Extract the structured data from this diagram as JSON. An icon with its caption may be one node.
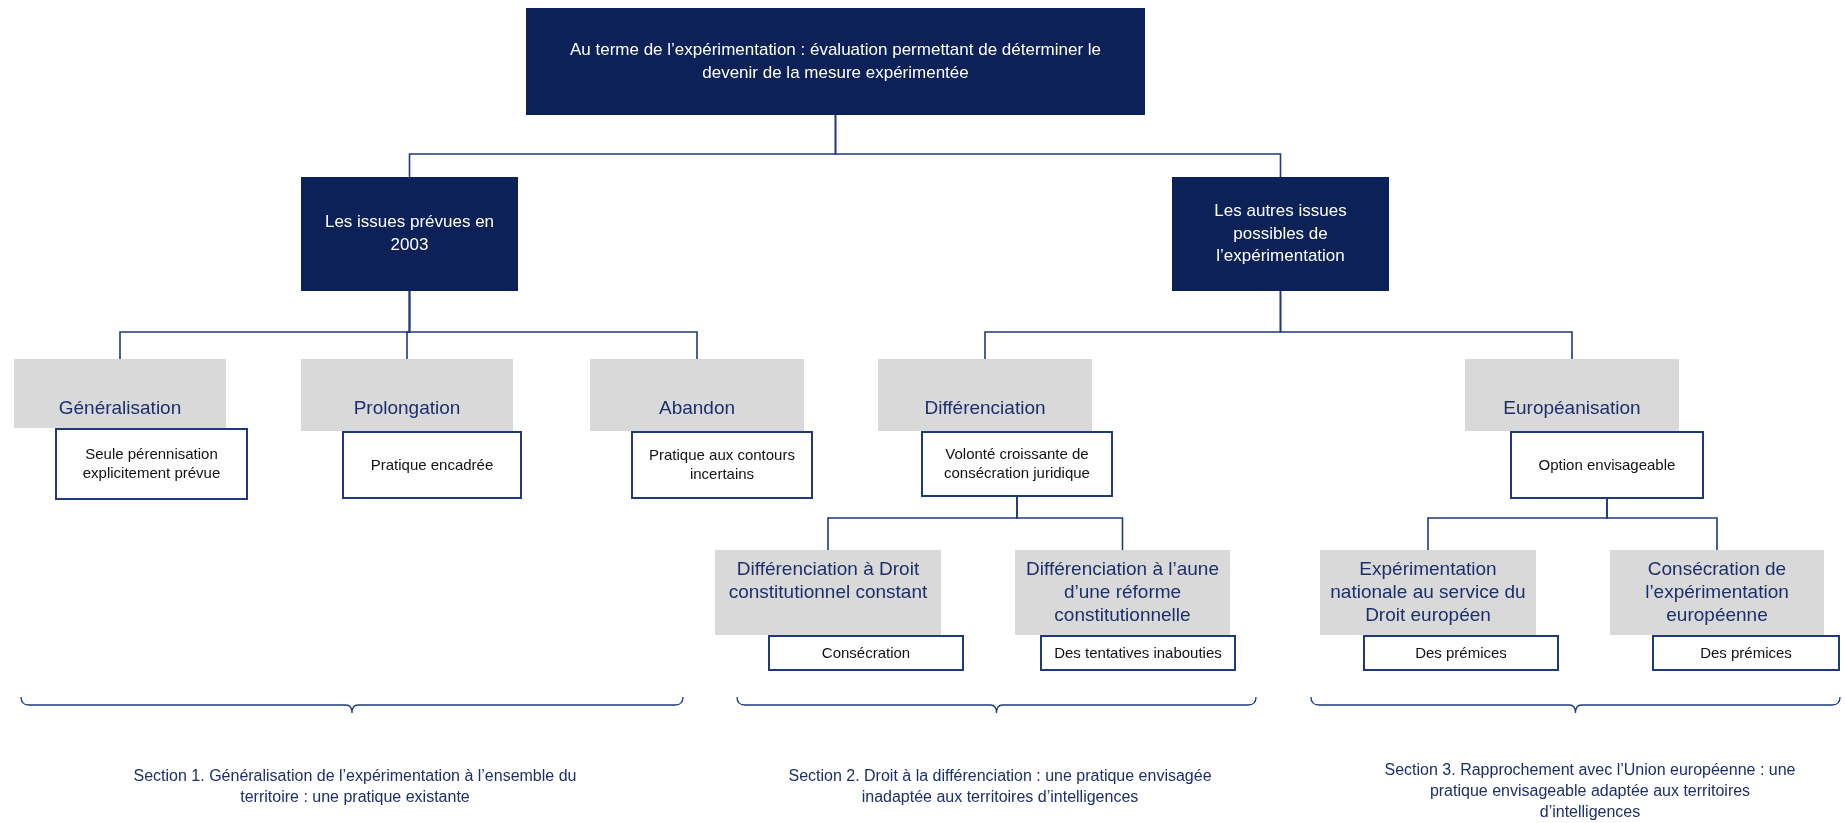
{
  "diagram": {
    "nodes": [
      {
        "text": [
          "Au terme de l’expérimentation : évaluation permettant de déterminer le devenir de la mesure expérimentée"
        ]
      },
      {
        "text": [
          "Les issues prévues en 2003"
        ]
      },
      {
        "text": [
          "Les autres issues possibles de l’expérimentation"
        ]
      },
      {
        "text": [
          "Généralisation"
        ]
      },
      {
        "text": [
          "Seule pérennisation explicitement prévue"
        ]
      },
      {
        "text": [
          "Prolongation"
        ]
      },
      {
        "text": [
          "Pratique encadrée"
        ]
      },
      {
        "text": [
          "Abandon"
        ]
      },
      {
        "text": [
          "Pratique aux contours incertains"
        ]
      },
      {
        "text": [
          "Différenciation"
        ]
      },
      {
        "text": [
          "Volonté croissante de consécration juridique"
        ]
      },
      {
        "text": [
          "Européanisation"
        ]
      },
      {
        "text": [
          "Option envisageable"
        ]
      },
      {
        "text": [
          "Différenciation à Droit constitutionnel constant"
        ]
      },
      {
        "text": [
          "Consécration"
        ]
      },
      {
        "text": [
          "Différenciation à l’aune d’une réforme constitutionnelle"
        ]
      },
      {
        "text": [
          "Des tentatives inabouties"
        ]
      },
      {
        "text": [
          "Expérimentation nationale au service du Droit européen"
        ]
      },
      {
        "text": [
          "Des prémices"
        ]
      },
      {
        "text": [
          "Consécration de l’expérimentation européenne"
        ]
      },
      {
        "text": [
          "Des prémices"
        ]
      }
    ],
    "edges": [
      {
        "from": 0,
        "to": 1,
        "arrow": "none"
      },
      {
        "from": 0,
        "to": 2,
        "arrow": "none"
      },
      {
        "from": 1,
        "to": 3,
        "arrow": "none"
      },
      {
        "from": 1,
        "to": 5,
        "arrow": "none"
      },
      {
        "from": 1,
        "to": 7,
        "arrow": "none"
      },
      {
        "from": 2,
        "to": 9,
        "arrow": "none"
      },
      {
        "from": 2,
        "to": 11,
        "arrow": "none"
      },
      {
        "from": 10,
        "to": 13,
        "arrow": "none"
      },
      {
        "from": 10,
        "to": 15,
        "arrow": "none"
      },
      {
        "from": 12,
        "to": 17,
        "arrow": "none"
      },
      {
        "from": 12,
        "to": 19,
        "arrow": "none"
      }
    ],
    "labels": [
      "Section 1. Généralisation de l’expérimentation à l’ensemble du territoire : une pratique existante",
      "Section 2. Droit à la différenciation : une pratique envisagée inadaptée aux territoires d’intelligences",
      "Section 3. Rapprochement avec l’Union européenne : une pratique envisageable adaptée aux territoires d’intelligences"
    ]
  }
}
